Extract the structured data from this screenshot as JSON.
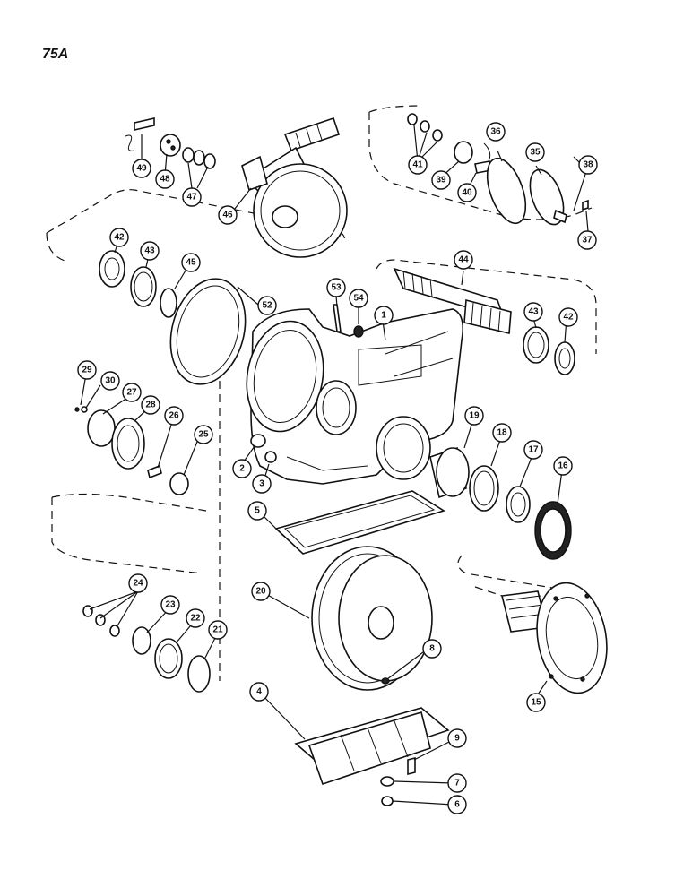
{
  "page": {
    "number": "75A"
  },
  "callouts": [
    {
      "id": "1",
      "label": "1"
    },
    {
      "id": "2",
      "label": "2"
    },
    {
      "id": "3",
      "label": "3"
    },
    {
      "id": "4",
      "label": "4"
    },
    {
      "id": "5",
      "label": "5"
    },
    {
      "id": "6",
      "label": "6"
    },
    {
      "id": "7",
      "label": "7"
    },
    {
      "id": "8",
      "label": "8"
    },
    {
      "id": "9",
      "label": "9"
    },
    {
      "id": "15",
      "label": "15"
    },
    {
      "id": "16",
      "label": "16"
    },
    {
      "id": "17",
      "label": "17"
    },
    {
      "id": "18",
      "label": "18"
    },
    {
      "id": "19",
      "label": "19"
    },
    {
      "id": "20",
      "label": "20"
    },
    {
      "id": "21",
      "label": "21"
    },
    {
      "id": "22",
      "label": "22"
    },
    {
      "id": "23",
      "label": "23"
    },
    {
      "id": "24",
      "label": "24"
    },
    {
      "id": "25",
      "label": "25"
    },
    {
      "id": "26",
      "label": "26"
    },
    {
      "id": "27",
      "label": "27"
    },
    {
      "id": "28",
      "label": "28"
    },
    {
      "id": "29",
      "label": "29"
    },
    {
      "id": "30",
      "label": "30"
    },
    {
      "id": "35",
      "label": "35"
    },
    {
      "id": "36",
      "label": "36"
    },
    {
      "id": "37",
      "label": "37"
    },
    {
      "id": "38",
      "label": "38"
    },
    {
      "id": "39",
      "label": "39"
    },
    {
      "id": "40",
      "label": "40"
    },
    {
      "id": "41",
      "label": "41"
    },
    {
      "id": "42a",
      "label": "42"
    },
    {
      "id": "42b",
      "label": "42"
    },
    {
      "id": "43a",
      "label": "43"
    },
    {
      "id": "43b",
      "label": "43"
    },
    {
      "id": "44",
      "label": "44"
    },
    {
      "id": "45",
      "label": "45"
    },
    {
      "id": "46",
      "label": "46"
    },
    {
      "id": "47",
      "label": "47"
    },
    {
      "id": "48",
      "label": "48"
    },
    {
      "id": "49",
      "label": "49"
    },
    {
      "id": "52",
      "label": "52"
    },
    {
      "id": "53",
      "label": "53"
    },
    {
      "id": "54",
      "label": "54"
    }
  ]
}
